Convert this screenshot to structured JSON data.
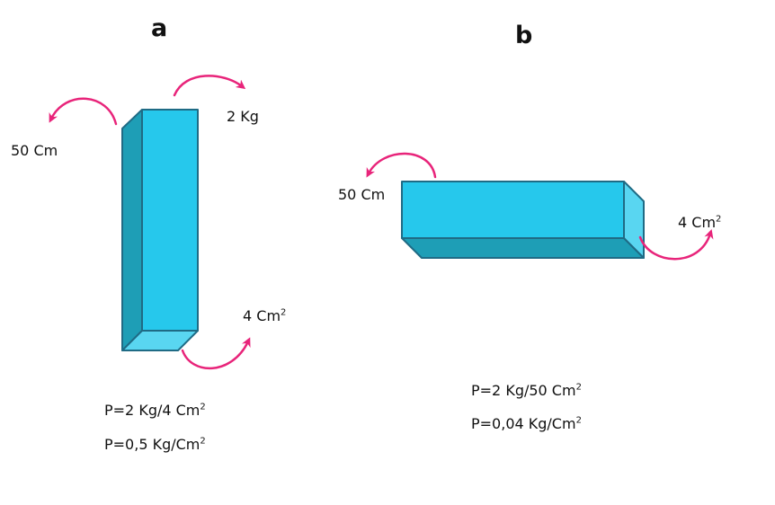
{
  "panel_a": {
    "title": "a",
    "mass_label": "2 Kg",
    "length_label": "50 Cm",
    "area_label": "4 Cm",
    "area_exp": "2",
    "eq1": "P=2 Kg/4 Cm",
    "eq1_exp": "2",
    "eq2": "P=0,5 Kg/Cm",
    "eq2_exp": "2"
  },
  "panel_b": {
    "title": "b",
    "length_label": "50 Cm",
    "area_label": "4 Cm",
    "area_exp": "2",
    "eq1": "P=2 Kg/50 Cm",
    "eq1_exp": "2",
    "eq2": "P=0,04 Kg/Cm",
    "eq2_exp": "2"
  },
  "colors": {
    "block_front": "#26C8EC",
    "block_side": "#1E9EB6",
    "block_end": "#59D6F1",
    "block_edge": "#1F6B85",
    "arrow": "#E8247A"
  }
}
